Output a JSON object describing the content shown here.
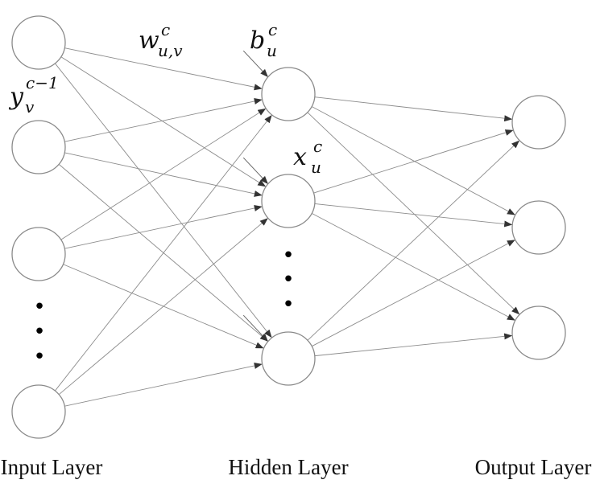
{
  "layers": {
    "input": {
      "label": "Input Layer",
      "nodes": 4
    },
    "hidden": {
      "label": "Hidden Layer",
      "nodes": 3
    },
    "output": {
      "label": "Output Layer",
      "nodes": 3
    }
  },
  "annotations": {
    "input_activation": {
      "base": "y",
      "sub": "v",
      "sup": "c−1"
    },
    "weight": {
      "base": "w",
      "sub": "u,v",
      "sup": "c"
    },
    "bias": {
      "base": "b",
      "sub": "u",
      "sup": "c"
    },
    "hidden_state": {
      "base": "x",
      "sub": "u",
      "sup": "c"
    }
  },
  "ellipsis_symbol": "•",
  "colors": {
    "edge": "#8c8c8c",
    "node_stroke": "#8a8a8a",
    "arrowhead": "#333333",
    "text": "#111111"
  }
}
